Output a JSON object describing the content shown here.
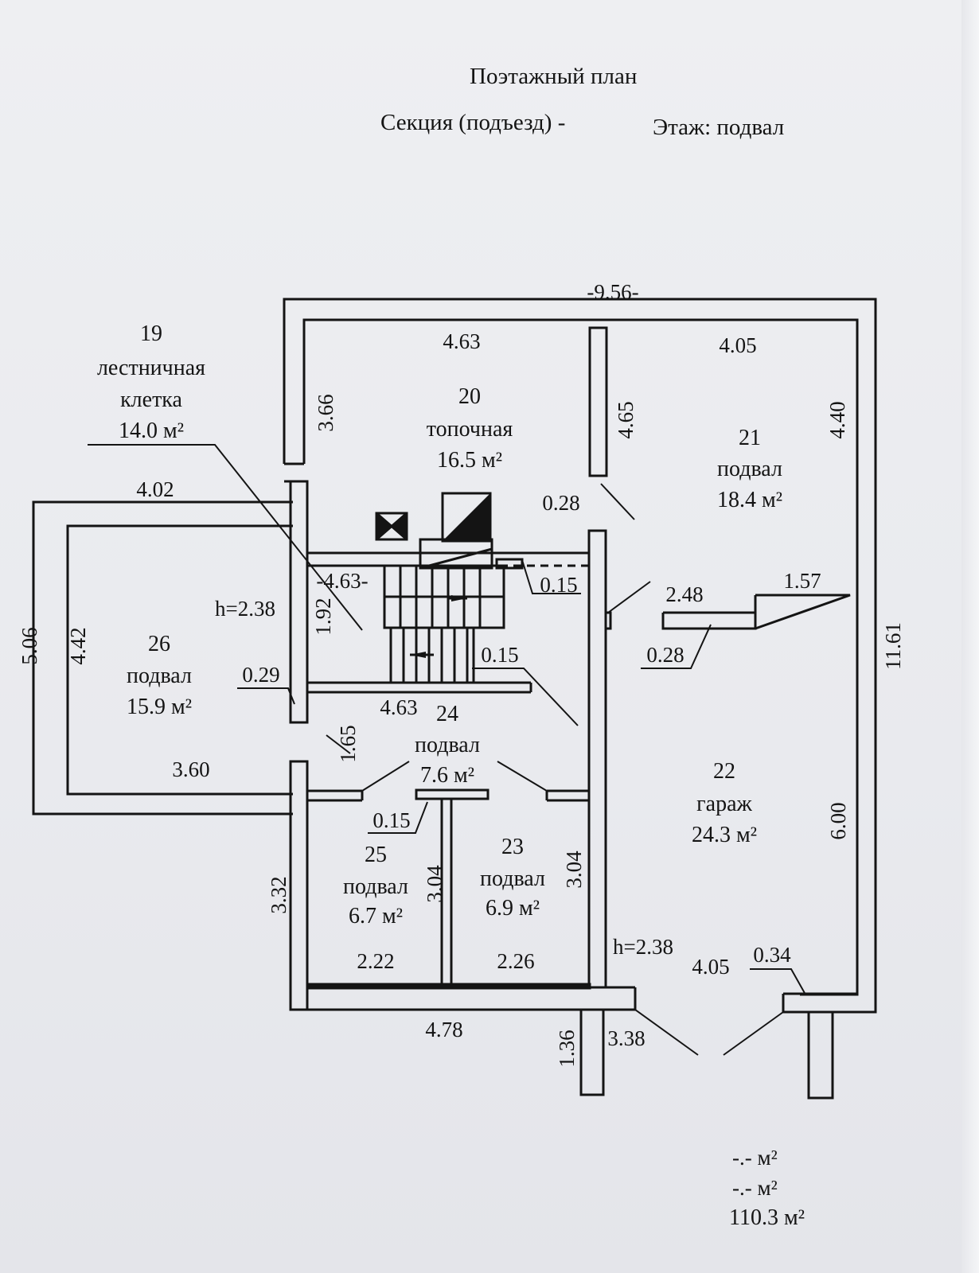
{
  "header": {
    "title": "Поэтажный план",
    "section": "Секция (подъезд) -",
    "floor": "Этаж: подвал"
  },
  "rooms": [
    {
      "number": "19",
      "name_line1": "лестничная",
      "name_line2": "клетка",
      "area": "14.0 м²"
    },
    {
      "number": "20",
      "name": "топочная",
      "area": "16.5 м²"
    },
    {
      "number": "21",
      "name": "подвал",
      "area": "18.4 м²"
    },
    {
      "number": "22",
      "name": "гараж",
      "area": "24.3 м²"
    },
    {
      "number": "23",
      "name": "подвал",
      "area": "6.9 м²"
    },
    {
      "number": "24",
      "name": "подвал",
      "area": "7.6 м²"
    },
    {
      "number": "25",
      "name": "подвал",
      "area": "6.7 м²"
    },
    {
      "number": "26",
      "name": "подвал",
      "area": "15.9 м²"
    }
  ],
  "dimensions": {
    "overall_width": "-9.56-",
    "d_4_63_top": "4.63",
    "d_4_05_top": "4.05",
    "d_3_66": "3.66",
    "d_4_65": "4.65",
    "d_4_40": "4.40",
    "d_4_02": "4.02",
    "d_0_28_a": "0.28",
    "d_4_63_stair": "-4.63-",
    "d_0_15_a": "0.15",
    "d_1_57": "1.57",
    "d_2_48": "2.48",
    "d_h_2_38_a": "h=2.38",
    "d_1_92": "1.92",
    "d_5_06": "5.06",
    "d_4_42": "4.42",
    "d_0_15_b": "0.15",
    "d_0_28_b": "0.28",
    "d_11_61": "11.61",
    "d_0_29": "0.29",
    "d_4_63_mid": "4.63",
    "d_1_65": "1.65",
    "d_3_60": "3.60",
    "d_0_15_c": "0.15",
    "d_6_00": "6.00",
    "d_3_32": "3.32",
    "d_3_04_a": "3.04",
    "d_3_04_b": "3.04",
    "d_2_22": "2.22",
    "d_2_26": "2.26",
    "d_h_2_38_b": "h=2.38",
    "d_4_05_bottom": "4.05",
    "d_0_34": "0.34",
    "d_4_78": "4.78",
    "d_1_36": "1.36",
    "d_3_38": "3.38"
  },
  "totals": {
    "line1": "-.- м²",
    "line2": "-.- м²",
    "line3": "110.3 м²"
  }
}
